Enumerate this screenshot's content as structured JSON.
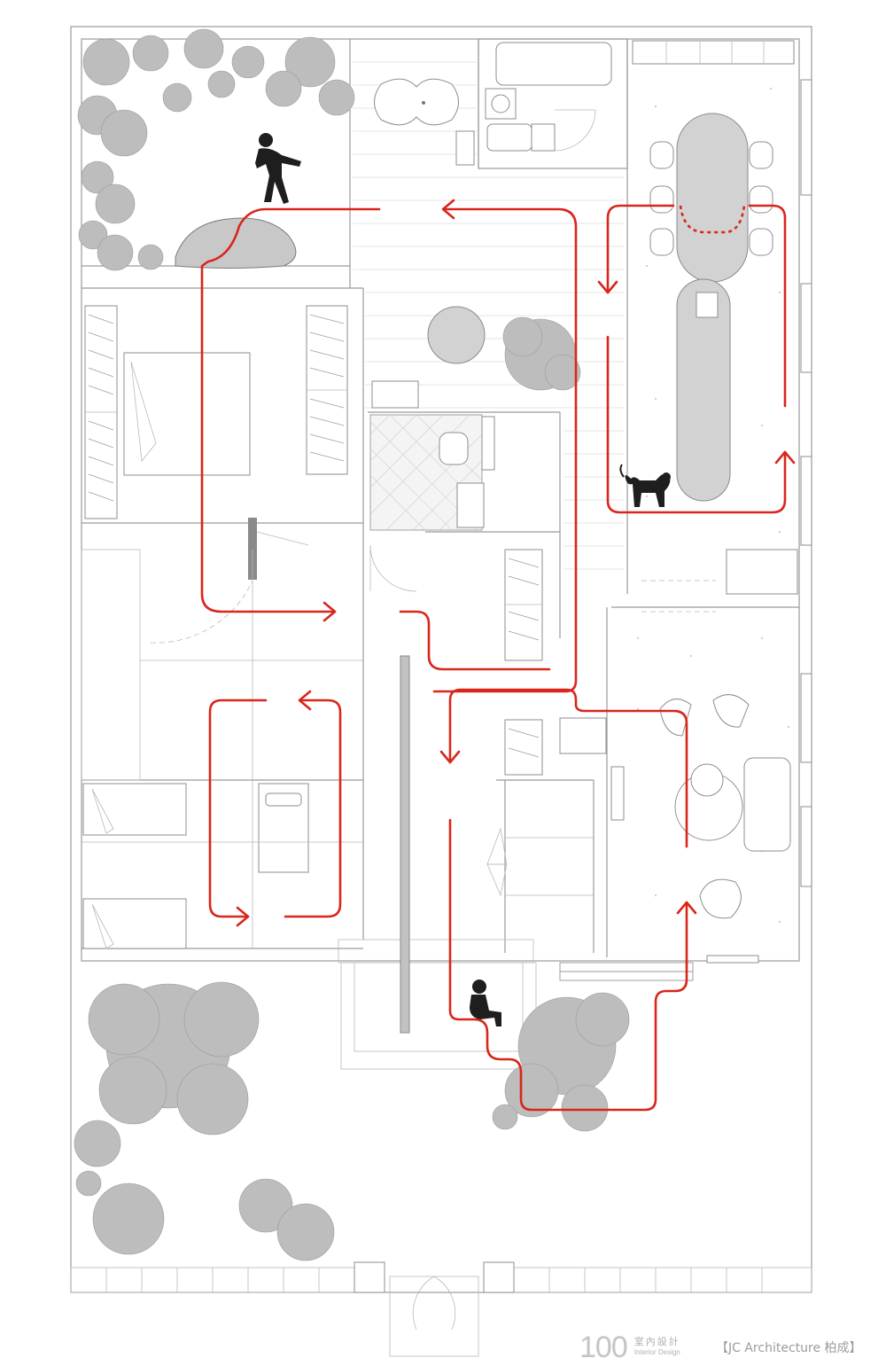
{
  "brand": {
    "logo_text": "100",
    "name_cn": "室內設計",
    "name_en": "Interior Design"
  },
  "credit": "【JC Architecture 柏成】",
  "colors": {
    "route": "#d9261c",
    "wall": "#9a9a9a",
    "vegetation": "#bdbdbd",
    "silhouette": "#1e1e1e"
  },
  "icons": [
    "person-walking-icon",
    "dog-icon",
    "child-sitting-icon",
    "tree-icon",
    "bathtub-icon",
    "toilet-icon",
    "dining-table-icon",
    "armchair-icon",
    "sofa-icon",
    "bed-icon",
    "wardrobe-icon",
    "door-swing-icon"
  ]
}
